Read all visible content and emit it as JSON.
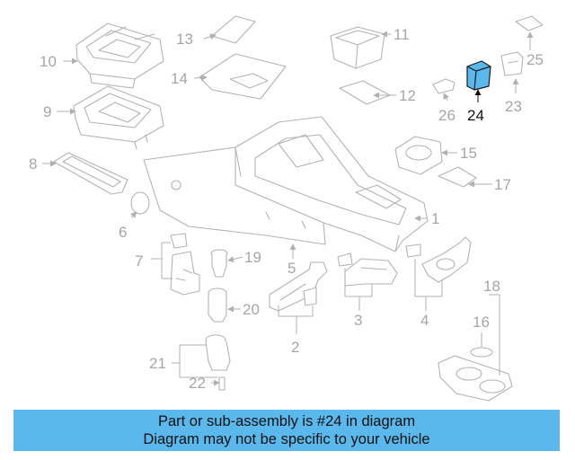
{
  "highlight_color": "#5ab8ec",
  "highlighted_part": "24",
  "callouts": [
    "1",
    "2",
    "3",
    "4",
    "5",
    "6",
    "7",
    "8",
    "9",
    "10",
    "11",
    "12",
    "13",
    "14",
    "15",
    "16",
    "17",
    "18",
    "19",
    "20",
    "21",
    "22",
    "23",
    "24",
    "25",
    "26"
  ],
  "banner": {
    "line1": "Part or sub-assembly is #24 in diagram",
    "line2": "Diagram may not be specific to your vehicle"
  }
}
